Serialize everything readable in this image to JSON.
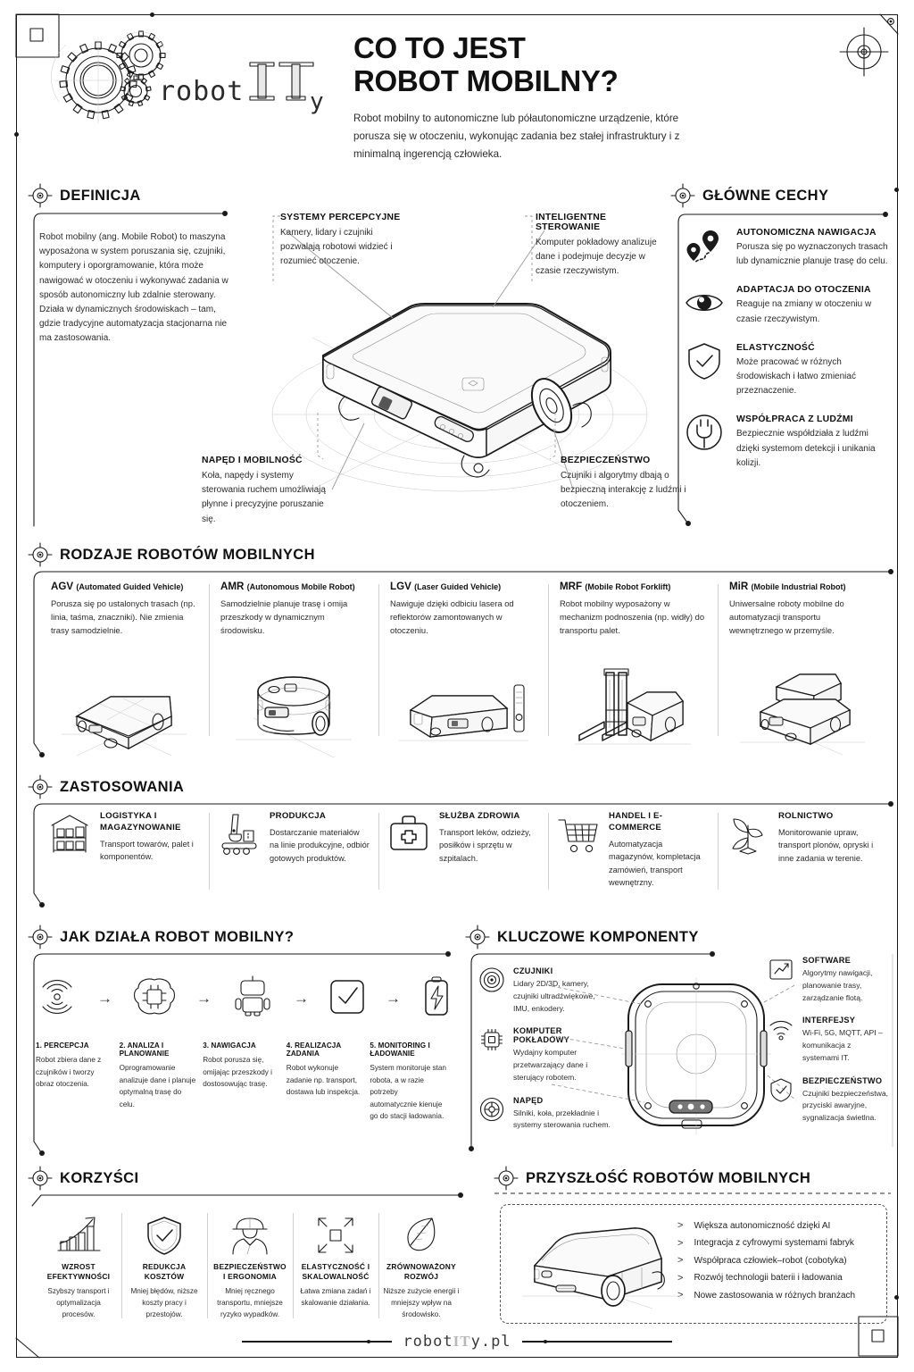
{
  "header": {
    "logo_text": "robot",
    "logo_it": "IT",
    "logo_y": "y",
    "title_line1": "CO TO JEST",
    "title_line2": "ROBOT MOBILNY?",
    "lead": "Robot mobilny to autonomiczne lub półautonomiczne urządzenie, które porusza się w otoczeniu, wykonując zadania bez stałej infrastruktury i z minimalną ingerencją człowieka."
  },
  "definicja": {
    "heading": "DEFINICJA",
    "body": "Robot mobilny (ang. Mobile Robot) to maszyna wyposażona w system poruszania się, czujniki, komputery i oporgramowanie, która może nawigować w otoczeniu i wykonywać zadania w sposób autonomiczny lub zdalnie sterowany. Działa w dynamicznych środowiskach – tam, gdzie tradycyjne automatyzacja stacjonarna nie ma zastosowania."
  },
  "robot_callouts": [
    {
      "title": "SYSTEMY PERCEPCYJNE",
      "body": "Kamery, lidary i czujniki pozwalają robotowi widzieć i rozumieć otoczenie."
    },
    {
      "title": "INTELIGENTNE STEROWANIE",
      "body": "Komputer pokładowy analizuje dane i podejmuje decyzje w czasie rzeczywistym."
    },
    {
      "title": "NAPĘD I MOBILNOŚĆ",
      "body": "Koła, napędy i systemy sterowania ruchem umożliwiają płynne i precyzyjne poruszanie się."
    },
    {
      "title": "BEZPIECZEŃSTWO",
      "body": "Czujniki i algorytmy dbają o bezpieczną interakcję z ludźmi i otoczeniem."
    }
  ],
  "glowne_cechy": {
    "heading": "GŁÓWNE CECHY",
    "items": [
      {
        "icon": "map-pin-route-icon",
        "title": "AUTONOMICZNA NAWIGACJA",
        "body": "Porusza się po wyznaczonych trasach lub dynamicznie planuje trasę do celu."
      },
      {
        "icon": "eye-icon",
        "title": "ADAPTACJA DO OTOCZENIA",
        "body": "Reaguje na zmiany w otoczeniu w czasie rzeczywistym."
      },
      {
        "icon": "shield-check-icon",
        "title": "ELASTYCZNOŚĆ",
        "body": "Może pracować w różnych środowiskach i łatwo zmieniać przeznaczenie."
      },
      {
        "icon": "plug-circle-icon",
        "title": "WSPÓŁPRACA Z LUDŹMI",
        "body": "Bezpiecznie współdziała z ludźmi dzięki systemom detekcji i unikania kolizji."
      }
    ]
  },
  "rodzaje": {
    "heading": "RODZAJE ROBOTÓW MOBILNYCH",
    "items": [
      {
        "abbr": "AGV",
        "full": "(Automated Guided Vehicle)",
        "body": "Porusza się po ustalonych trasach (np. linia, taśma, znaczniki). Nie zmienia trasy samodzielnie.",
        "figure": "agv-robot-illustration"
      },
      {
        "abbr": "AMR",
        "full": "(Autonomous Mobile Robot)",
        "body": "Samodzielnie planuje trasę i omija przeszkody w dynamicznym środowisku.",
        "figure": "amr-robot-illustration"
      },
      {
        "abbr": "LGV",
        "full": "(Laser Guided Vehicle)",
        "body": "Nawiguje dzięki odbiciu lasera od reflektorów zamontowanych w otoczeniu.",
        "figure": "lgv-robot-illustration"
      },
      {
        "abbr": "MRF",
        "full": "(Mobile Robot Forklift)",
        "body": "Robot mobilny wyposażony w mechanizm podnoszenia (np. widły) do transportu palet.",
        "figure": "forklift-robot-illustration"
      },
      {
        "abbr": "MiR",
        "full": "(Mobile Industrial Robot)",
        "body": "Uniwersalne roboty mobilne do automatyzacji transportu wewnętrznego w przemyśle.",
        "figure": "mir-robot-illustration"
      }
    ]
  },
  "zastosowania": {
    "heading": "ZASTOSOWANIA",
    "items": [
      {
        "icon": "warehouse-shelf-icon",
        "title": "LOGISTYKA I MAGAZYNOWANIE",
        "body": "Transport towarów, palet i komponentów."
      },
      {
        "icon": "production-line-icon",
        "title": "PRODUKCJA",
        "body": "Dostarczanie materiałów na linie produkcyjne, odbiór gotowych produktów."
      },
      {
        "icon": "medical-case-icon",
        "title": "SŁUŻBA ZDROWIA",
        "body": "Transport leków, odzieży, posiłków i sprzętu w szpitalach."
      },
      {
        "icon": "shopping-cart-icon",
        "title": "HANDEL I E-COMMERCE",
        "body": "Automatyzacja magazynów, kompletacja zamówień, transport wewnętrzny."
      },
      {
        "icon": "plant-sprout-icon",
        "title": "ROLNICTWO",
        "body": "Monitorowanie upraw, transport plonów, opryski i inne zadania w terenie."
      }
    ]
  },
  "jak_dziala": {
    "heading": "JAK DZIAŁA ROBOT MOBILNY?",
    "arrow": "→",
    "steps": [
      {
        "icon": "sensor-signal-icon",
        "title": "1.  PERCEPCJA",
        "body": "Robot zbiera dane z czujników i tworzy obraz otoczenia."
      },
      {
        "icon": "brain-chip-icon",
        "title": "2. ANALIZA I PLANOWANIE",
        "body": "Oprogramowanie analizuje dane i planuje optymalną trasę do celu."
      },
      {
        "icon": "robot-icon",
        "title": "3. NAWIGACJA",
        "body": "Robot porusza się, omijając przeszkody i dostosowując trasę."
      },
      {
        "icon": "check-square-icon",
        "title": "4. REALIZACJA ZADANIA",
        "body": "Robot wykonuje zadanie np. transport, dostawa lub inspekcja."
      },
      {
        "icon": "battery-charge-icon",
        "title": "5.  MONITORING I ŁADOWANIE",
        "body": "System monitoruje stan robota, a w razie potrzeby automatycznie kienuje go do stacji ładowania."
      }
    ]
  },
  "komponenty": {
    "heading": "KLUCZOWE KOMPONENTY",
    "left": [
      {
        "icon": "sensor-target-icon",
        "title": "CZUJNIKI",
        "body": "Lidary 2D/3D, kamery, czujniki ultradźwiękowe, IMU, enkodery."
      },
      {
        "icon": "cpu-chip-icon",
        "title": "KOMPUTER POKŁADOWY",
        "body": "Wydajny komputer przetwarzający dane i sterujący robotem."
      },
      {
        "icon": "drive-gear-icon",
        "title": "NAPĘD",
        "body": "Silniki, koła, przekładnie i systemy sterowania ruchem."
      }
    ],
    "right": [
      {
        "icon": "chart-window-icon",
        "title": "SOFTWARE",
        "body": "Algorytmy nawigacji, planowanie trasy, zarządzanie flotą."
      },
      {
        "icon": "wifi-icon",
        "title": "INTERFEJSY",
        "body": "Wi-Fi, 5G, MQTT, API – komunikacja z systemami IT."
      },
      {
        "icon": "shield-check-icon",
        "title": "BEZPIECZEŃSTWO",
        "body": "Czujniki bezpieczeństwa, przyciski awaryjne, sygnalizacja świetlna."
      }
    ],
    "figure": "robot-topview-illustration"
  },
  "korzysci": {
    "heading": "KORZYŚCI",
    "items": [
      {
        "icon": "growth-chart-icon",
        "title": "WZROST EFEKTYWNOŚCI",
        "body": "Szybszy transport i optymalizacja procesów."
      },
      {
        "icon": "shield-check-icon",
        "title": "REDUKCJA KOSZTÓW",
        "body": "Mniej błędów, niższe koszty pracy i przestojów."
      },
      {
        "icon": "worker-helmet-icon",
        "title": "BEZPIECZEŃSTWO I ERGONOMIA",
        "body": "Mniej ręcznego transportu, mniejsze ryzyko wypadków."
      },
      {
        "icon": "expand-arrows-icon",
        "title": "ELASTYCZNOŚĆ I SKALOWALNOŚĆ",
        "body": "Łatwa zmiana zadań i skalowanie działania."
      },
      {
        "icon": "leaf-icon",
        "title": "ZRÓWNOWAŻONY ROZWÓJ",
        "body": "Niższe zużycie energii i mniejszy wpływ na środowisko."
      }
    ]
  },
  "przyszlosc": {
    "heading": "PRZYSZŁOŚĆ ROBOTÓW MOBILNYCH",
    "figure": "delivery-robot-illustration",
    "items": [
      "Większa autonomiczność dzięki AI",
      "Integracja z cyfrowymi systemami fabryk",
      "Współpraca człowiek–robot (cobotyka)",
      "Rozwój technologii baterii i ładowania",
      "Nowe zastosowania w różnych branżach"
    ]
  },
  "footer": {
    "brand": "robot",
    "brand_it": "IT",
    "brand_tail": "y.pl"
  },
  "colors": {
    "ink": "#1a1a1a",
    "body": "#2b2b2b",
    "rule": "#d2d2d2",
    "light": "#8a8a8a"
  }
}
